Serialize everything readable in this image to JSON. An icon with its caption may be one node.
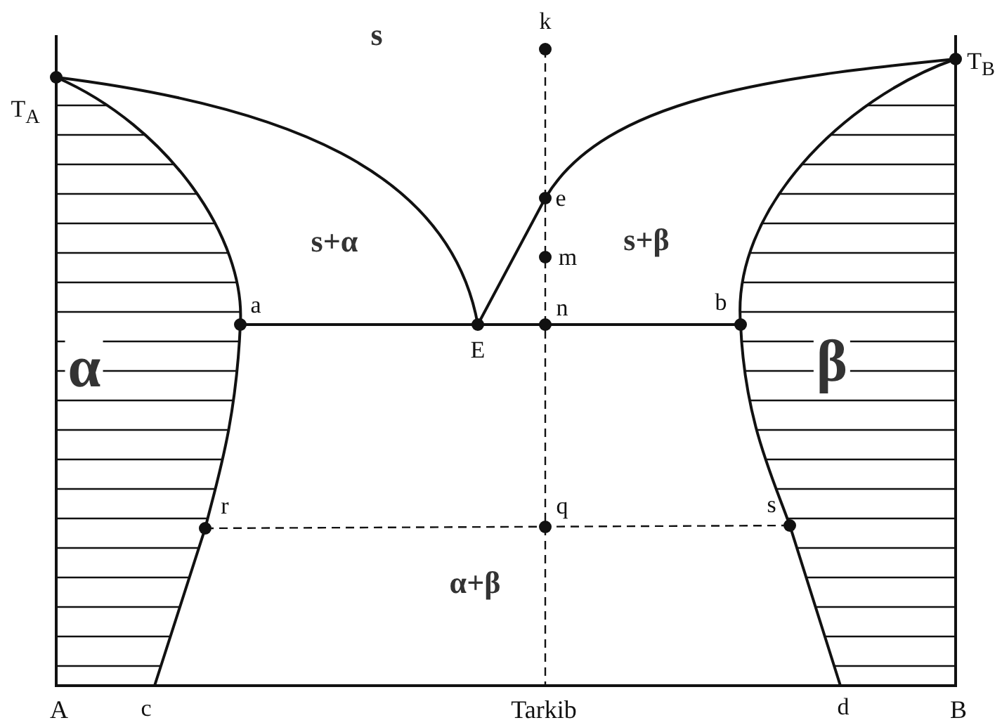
{
  "diagram": {
    "labels": [
      "k",
      "s",
      "T$_{B}$",
      "T$_{A}$",
      "e",
      "s+α",
      "s+β",
      "m",
      "a",
      "n",
      "b",
      "β",
      "α",
      "E",
      "r",
      "q",
      "s",
      "α+β",
      "A",
      "c",
      "Tarkib",
      "d",
      "B"
    ]
  }
}
